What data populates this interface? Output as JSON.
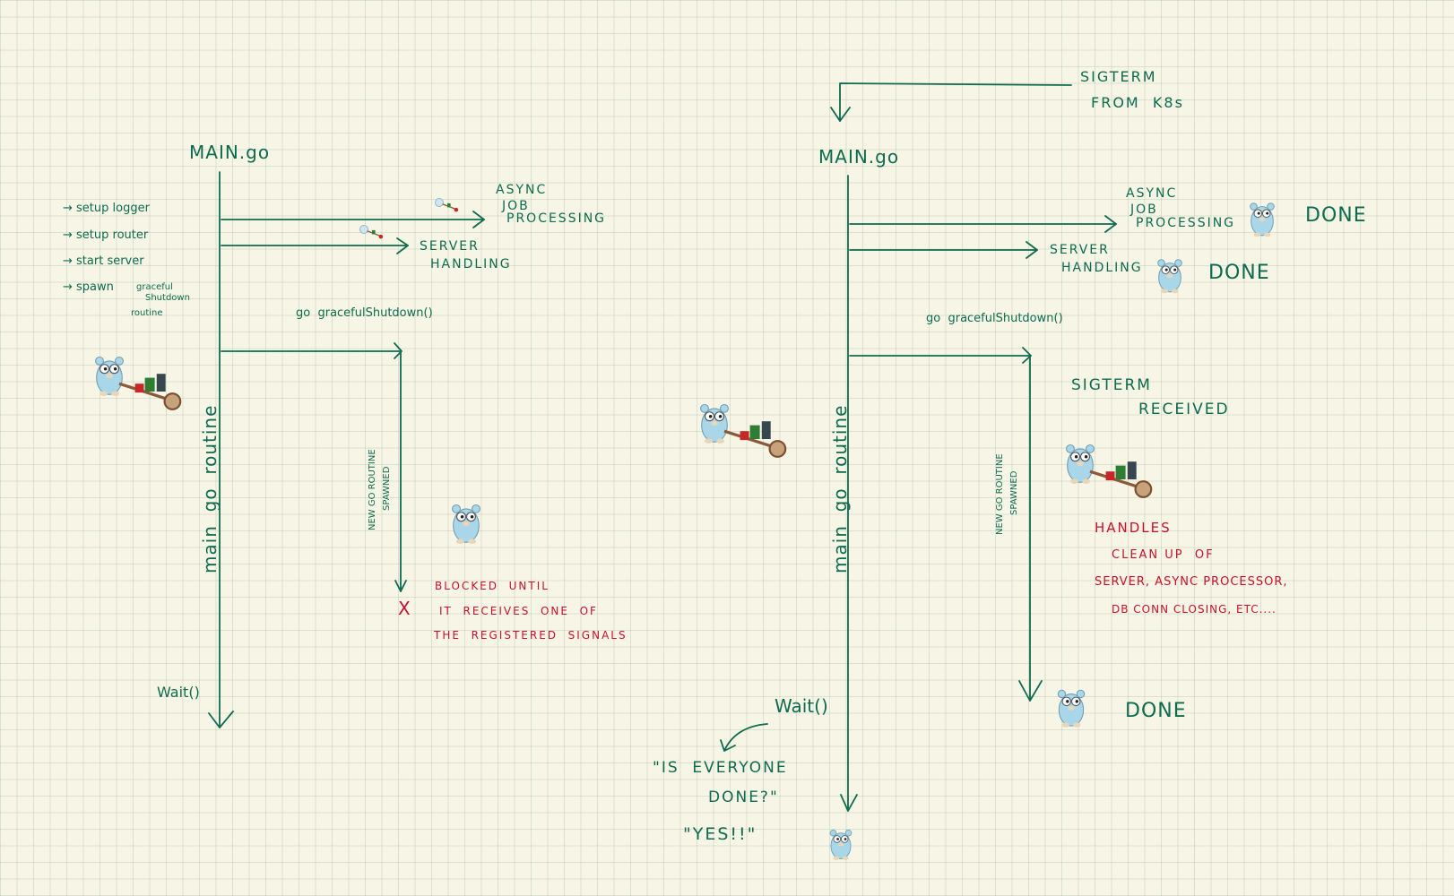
{
  "left": {
    "main_title": "MAIN.go",
    "steps": [
      "setup logger",
      "setup router",
      "start server",
      "spawn"
    ],
    "spawn_note": [
      "graceful",
      "Shutdown",
      "routine"
    ],
    "async_label": [
      "ASYNC",
      "JOB",
      "PROCESSING"
    ],
    "server_label": [
      "SERVER",
      "HANDLING"
    ],
    "graceful_call": "go  gracefulShutdown()",
    "routine_label": "main  go  routine",
    "spawned_label": [
      "NEW GO ROUTINE",
      "SPAWNED"
    ],
    "blocked_mark": "X",
    "blocked_text": [
      "BLOCKED  UNTIL",
      "IT  RECEIVES  ONE  OF",
      "THE  REGISTERED  SIGNALS"
    ],
    "wait_call": "Wait()"
  },
  "right": {
    "sigterm_source": [
      "SIGTERM",
      "FROM  K8s"
    ],
    "main_title": "MAIN.go",
    "async_label": [
      "ASYNC",
      "JOB",
      "PROCESSING"
    ],
    "server_label": [
      "SERVER",
      "HANDLING"
    ],
    "graceful_call": "go  gracefulShutdown()",
    "routine_label": "main  go  routine",
    "spawned_label": [
      "NEW GO ROUTINE",
      "SPAWNED"
    ],
    "sigterm_received": [
      "SIGTERM",
      "RECEIVED"
    ],
    "cleanup_text": [
      "HANDLES",
      "CLEAN UP  OF",
      "SERVER, ASYNC PROCESSOR,",
      "DB CONN CLOSING, ETC...."
    ],
    "done_async": "DONE",
    "done_server": "DONE",
    "done_shutdown": "DONE",
    "wait_call": "Wait()",
    "question": [
      "\"IS  EVERYONE",
      "DONE?\""
    ],
    "answer": "\"YES!!\""
  },
  "colors": {
    "ink_green": "#0e6b4f",
    "ink_red": "#c8102e",
    "paper": "#f7f5e6",
    "gopher_blue": "#a9d6e8"
  }
}
